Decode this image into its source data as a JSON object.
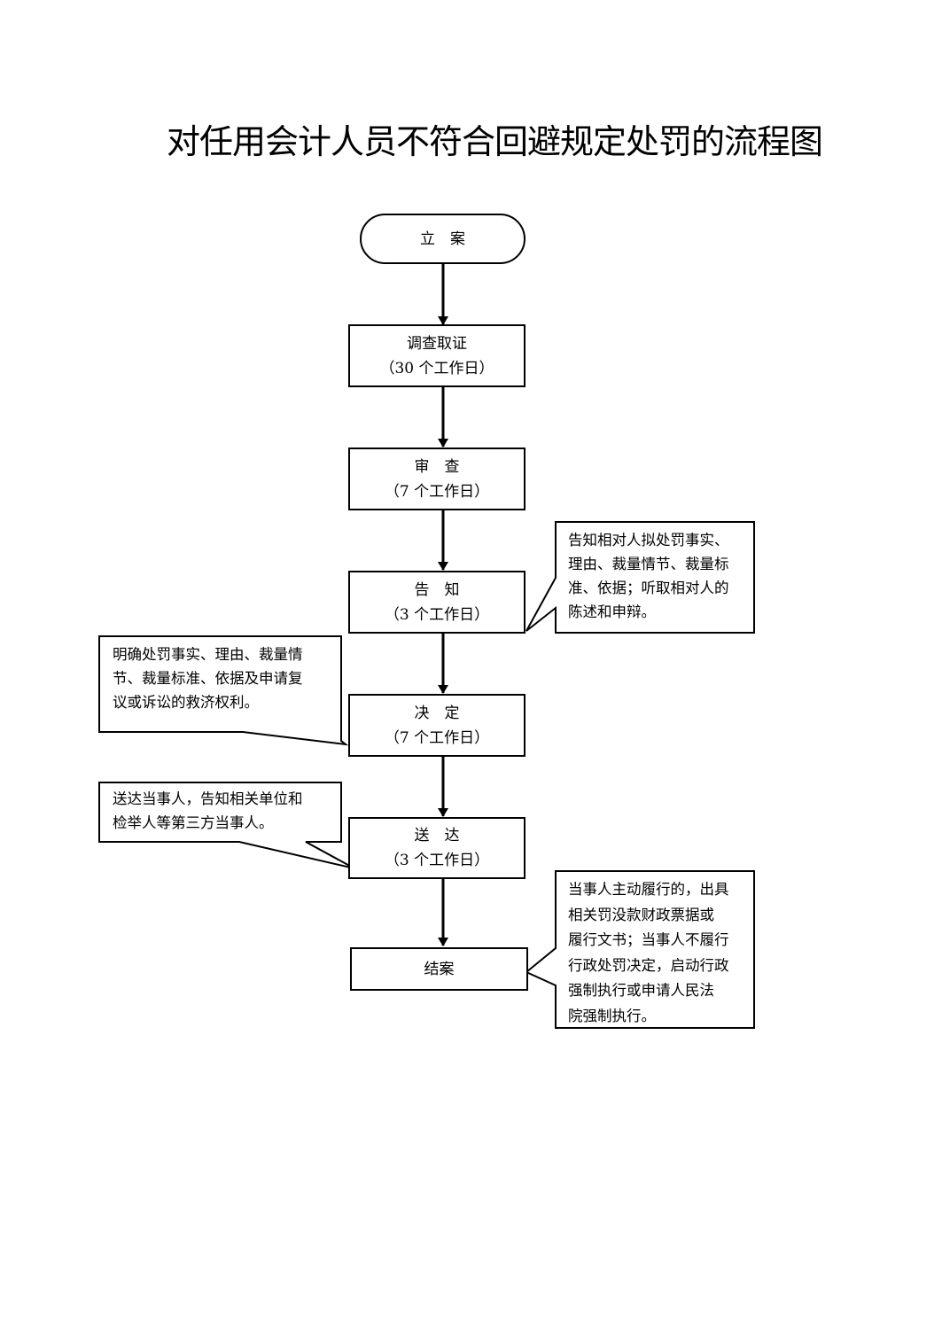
{
  "title": "对任用会计人员不符合回避规定处罚的流程图",
  "nodes": {
    "start": {
      "label": "立　案"
    },
    "investigate": {
      "label": "调查取证",
      "duration": "（30 个工作日）"
    },
    "review": {
      "label": "审　查",
      "duration": "（7 个工作日）"
    },
    "notify": {
      "label": "告　知",
      "duration": "（3 个工作日）"
    },
    "decide": {
      "label": "决　定",
      "duration": "（7 个工作日）"
    },
    "deliver": {
      "label": "送　达",
      "duration": "（3 个工作日）"
    },
    "close": {
      "label": "结案"
    }
  },
  "notes": {
    "notify": [
      "告知相对人拟处罚事实、",
      "理由、裁量情节、裁量标",
      "准、依据；听取相对人的",
      "陈述和申辩。"
    ],
    "decide": [
      "明确处罚事实、理由、裁量情",
      "节、裁量标准、依据及申请复",
      "议或诉讼的救济权利。"
    ],
    "deliver": [
      "送达当事人，告知相关单位和",
      "检举人等第三方当事人。"
    ],
    "close": [
      "当事人主动履行的，出具",
      "相关罚没款财政票据或",
      "履行文书；当事人不履行",
      "行政处罚决定，启动行政",
      "强制执行或申请人民法",
      "院强制执行。"
    ]
  }
}
